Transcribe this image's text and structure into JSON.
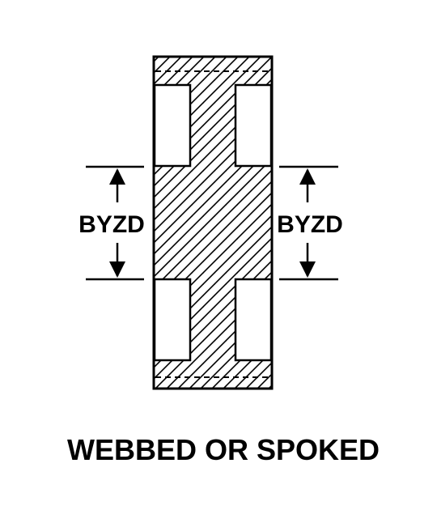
{
  "diagram": {
    "dimension_left_label": "BYZD",
    "dimension_right_label": "BYZD",
    "caption": "WEBBED OR SPOKED"
  }
}
